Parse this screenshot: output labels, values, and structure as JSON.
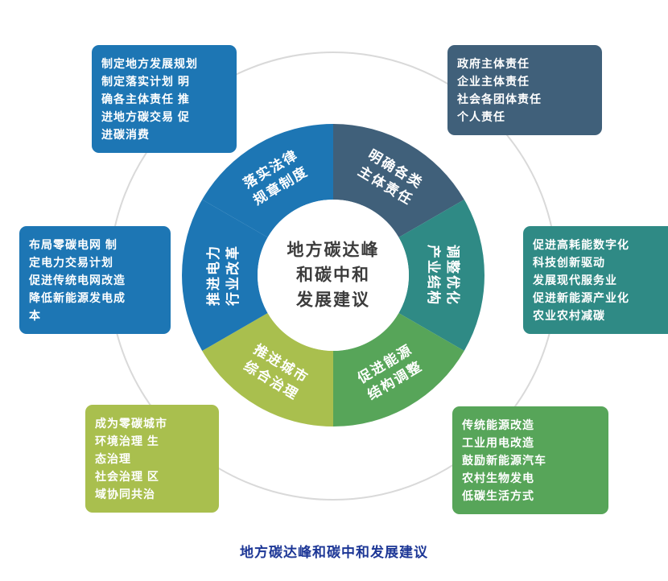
{
  "page": {
    "caption": "地方碳达峰和碳中和发展建议",
    "caption_color": "#1d3796",
    "background": "#ffffff"
  },
  "diagram": {
    "outer_ring_color": "#d9d9d9",
    "center": {
      "lines": [
        "地方碳达峰",
        "和碳中和",
        "发展建议"
      ],
      "text_color": "#3c3c3c",
      "bg": "#ffffff"
    },
    "colors": {
      "blue": "#1d76b4",
      "slate": "#40607a",
      "teal": "#2f8a85",
      "green": "#57a559",
      "lime": "#a9bf4e"
    },
    "segments": [
      {
        "id": "laws",
        "lines": [
          "落实法律",
          "规章制度"
        ],
        "color": "#1d76b4",
        "start": 90,
        "end": 150
      },
      {
        "id": "responsibility",
        "lines": [
          "明确各类",
          "主体责任"
        ],
        "color": "#40607a",
        "start": 30,
        "end": 90
      },
      {
        "id": "industry",
        "lines": [
          "调整优化",
          "产业结构"
        ],
        "color": "#2f8a85",
        "start": -30,
        "end": 30
      },
      {
        "id": "energy",
        "lines": [
          "促进能源",
          "结构调整"
        ],
        "color": "#57a559",
        "start": 270,
        "end": 330
      },
      {
        "id": "city",
        "lines": [
          "推进城市",
          "综合治理"
        ],
        "color": "#a9bf4e",
        "start": 210,
        "end": 270
      },
      {
        "id": "power",
        "lines": [
          "推进电力",
          "行业改革"
        ],
        "color": "#1d76b4",
        "start": 150,
        "end": 210
      }
    ],
    "callouts": [
      {
        "id": "laws-detail",
        "color": "#1d76b4",
        "lines": [
          "制定地方发展规划",
          "制定落实计划 明",
          "确各主体责任 推",
          "进地方碳交易 促",
          "进碳消费"
        ]
      },
      {
        "id": "responsibility-detail",
        "color": "#40607a",
        "lines": [
          "政府主体责任",
          "企业主体责任",
          "社会各团体责任",
          "个人责任"
        ]
      },
      {
        "id": "industry-detail",
        "color": "#2f8a85",
        "lines": [
          "促进高耗能数字化",
          "科技创新驱动",
          "发展现代服务业",
          "促进新能源产业化",
          "农业农村减碳"
        ]
      },
      {
        "id": "energy-detail",
        "color": "#57a559",
        "lines": [
          "传统能源改造",
          "工业用电改造",
          "鼓励新能源汽车",
          "农村生物发电",
          "低碳生活方式"
        ]
      },
      {
        "id": "city-detail",
        "color": "#a9bf4e",
        "lines": [
          "成为零碳城市",
          "环境治理 生",
          "态治理",
          "社会治理 区",
          "域协同共治"
        ]
      },
      {
        "id": "power-detail",
        "color": "#1d76b4",
        "lines": [
          "布局零碳电网 制",
          "定电力交易计划",
          "促进传统电网改造",
          "降低新能源发电成",
          "本"
        ]
      }
    ]
  }
}
